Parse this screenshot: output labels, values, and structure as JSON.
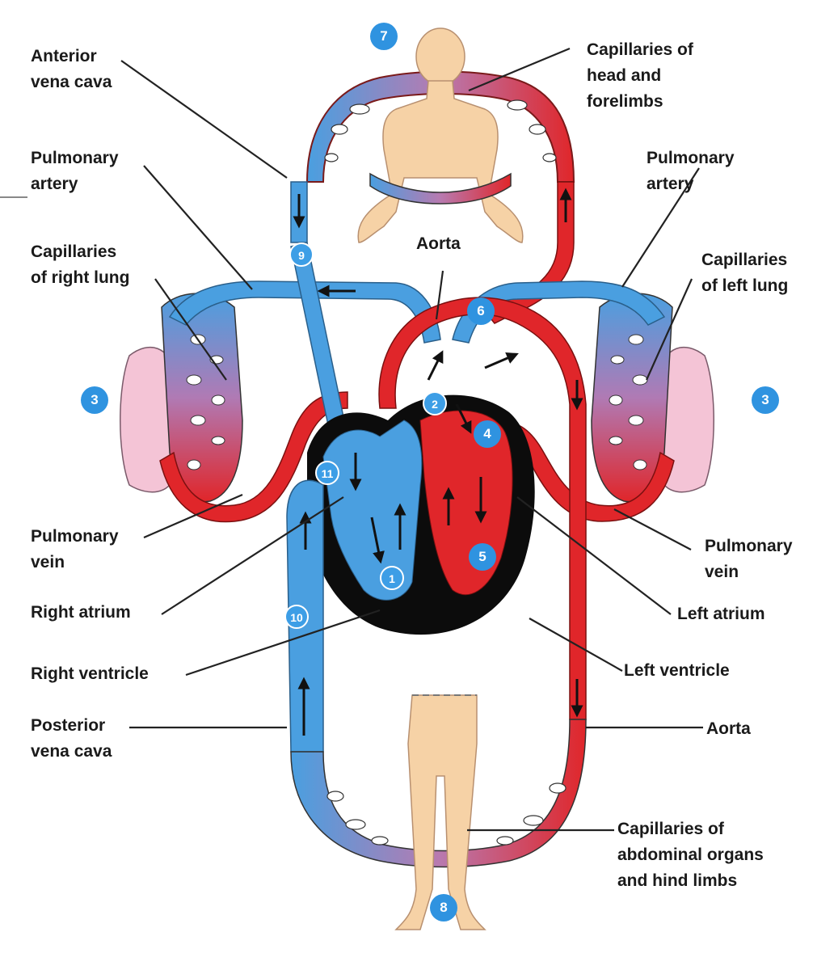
{
  "labels": {
    "anterior_vena_cava": [
      "Anterior",
      "vena cava"
    ],
    "capillaries_head": [
      "Capillaries of",
      "head and",
      "forelimbs"
    ],
    "pulmonary_artery_left_side": [
      "Pulmonary",
      "artery"
    ],
    "pulmonary_artery_right_side": [
      "Pulmonary",
      "artery"
    ],
    "capillaries_right_lung": [
      "Capillaries",
      "of right lung"
    ],
    "aorta_top": "Aorta",
    "capillaries_left_lung": [
      "Capillaries",
      "of left lung"
    ],
    "pulmonary_vein_left_side": [
      "Pulmonary",
      "vein"
    ],
    "pulmonary_vein_right_side": [
      "Pulmonary",
      "vein"
    ],
    "right_atrium": "Right atrium",
    "left_atrium": "Left atrium",
    "right_ventricle": "Right ventricle",
    "left_ventricle": "Left ventricle",
    "posterior_vena_cava": [
      "Posterior",
      "vena cava"
    ],
    "aorta_bottom": "Aorta",
    "capillaries_abdominal": [
      "Capillaries of",
      "abdominal organs",
      "and hind limbs"
    ]
  },
  "steps": {
    "s1": "1",
    "s2": "2",
    "s3a": "3",
    "s3b": "3",
    "s4": "4",
    "s5": "5",
    "s6": "6",
    "s7": "7",
    "s8": "8",
    "s9": "9",
    "s10": "10",
    "s11": "11"
  },
  "colors": {
    "oxygen_poor": "#4a9fe0",
    "oxygen_rich": "#e0262a",
    "heart_wall": "#0c0c0c",
    "body": "#f6d2a6",
    "lung": "#f4c4d6",
    "badge": "#2f93e0"
  }
}
